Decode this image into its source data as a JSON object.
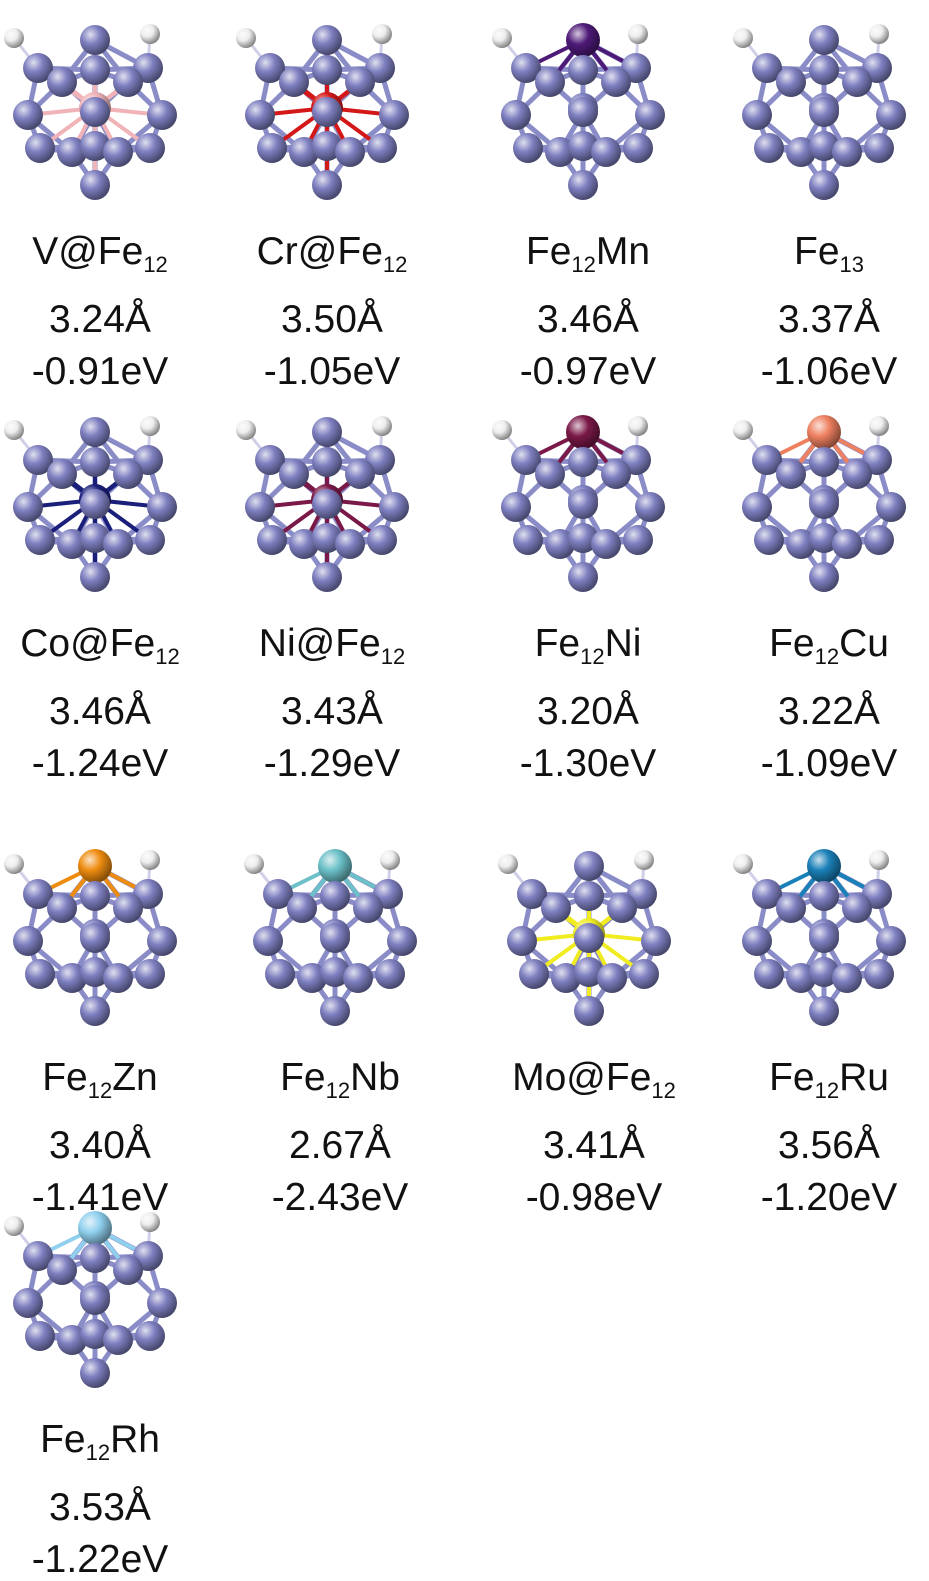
{
  "atom_colors": {
    "Fe": "#7e7fc0",
    "H": "#eeeeee",
    "V": "#f0b4b8",
    "Cr": "#d41818",
    "Mn": "#4e1a78",
    "Co": "#1a1f7a",
    "Ni": "#7a1848",
    "Cu": "#ee8060",
    "Zn": "#ee8c10",
    "Nb": "#6cc0c8",
    "Mo": "#f0ec20",
    "Ru": "#1a80b8",
    "Rh": "#90d0ee"
  },
  "clusters": [
    {
      "name_a": "V@Fe",
      "sub": "12",
      "name_b": "",
      "distance": "3.24Å",
      "energy": "-0.91eV",
      "dopant": "V",
      "site": "center"
    },
    {
      "name_a": "Cr@Fe",
      "sub": "12",
      "name_b": "",
      "distance": "3.50Å",
      "energy": "-1.05eV",
      "dopant": "Cr",
      "site": "center"
    },
    {
      "name_a": "Fe",
      "sub": "12",
      "name_b": "Mn",
      "distance": "3.46Å",
      "energy": "-0.97eV",
      "dopant": "Mn",
      "site": "top"
    },
    {
      "name_a": "Fe",
      "sub": "13",
      "name_b": "",
      "distance": "3.37Å",
      "energy": "-1.06eV",
      "dopant": "Fe",
      "site": "none"
    },
    {
      "name_a": "Co@Fe",
      "sub": "12",
      "name_b": "",
      "distance": "3.46Å",
      "energy": "-1.24eV",
      "dopant": "Co",
      "site": "center"
    },
    {
      "name_a": "Ni@Fe",
      "sub": "12",
      "name_b": "",
      "distance": "3.43Å",
      "energy": "-1.29eV",
      "dopant": "Ni",
      "site": "center"
    },
    {
      "name_a": "Fe",
      "sub": "12",
      "name_b": "Ni",
      "distance": "3.20Å",
      "energy": "-1.30eV",
      "dopant": "Ni",
      "site": "top"
    },
    {
      "name_a": "Fe",
      "sub": "12",
      "name_b": "Cu",
      "distance": "3.22Å",
      "energy": "-1.09eV",
      "dopant": "Cu",
      "site": "top"
    },
    {
      "name_a": "Fe",
      "sub": "12",
      "name_b": "Zn",
      "distance": "3.40Å",
      "energy": "-1.41eV",
      "dopant": "Zn",
      "site": "top"
    },
    {
      "name_a": "Fe",
      "sub": "12",
      "name_b": "Nb",
      "distance": "2.67Å",
      "energy": "-2.43eV",
      "dopant": "Nb",
      "site": "top"
    },
    {
      "name_a": "Mo@Fe",
      "sub": "12",
      "name_b": "",
      "distance": "3.41Å",
      "energy": "-0.98eV",
      "dopant": "Mo",
      "site": "center"
    },
    {
      "name_a": "Fe",
      "sub": "12",
      "name_b": "Ru",
      "distance": "3.56Å",
      "energy": "-1.20eV",
      "dopant": "Ru",
      "site": "top"
    },
    {
      "name_a": "Fe",
      "sub": "12",
      "name_b": "Rh",
      "distance": "3.53Å",
      "energy": "-1.22eV",
      "dopant": "Rh",
      "site": "top"
    }
  ]
}
